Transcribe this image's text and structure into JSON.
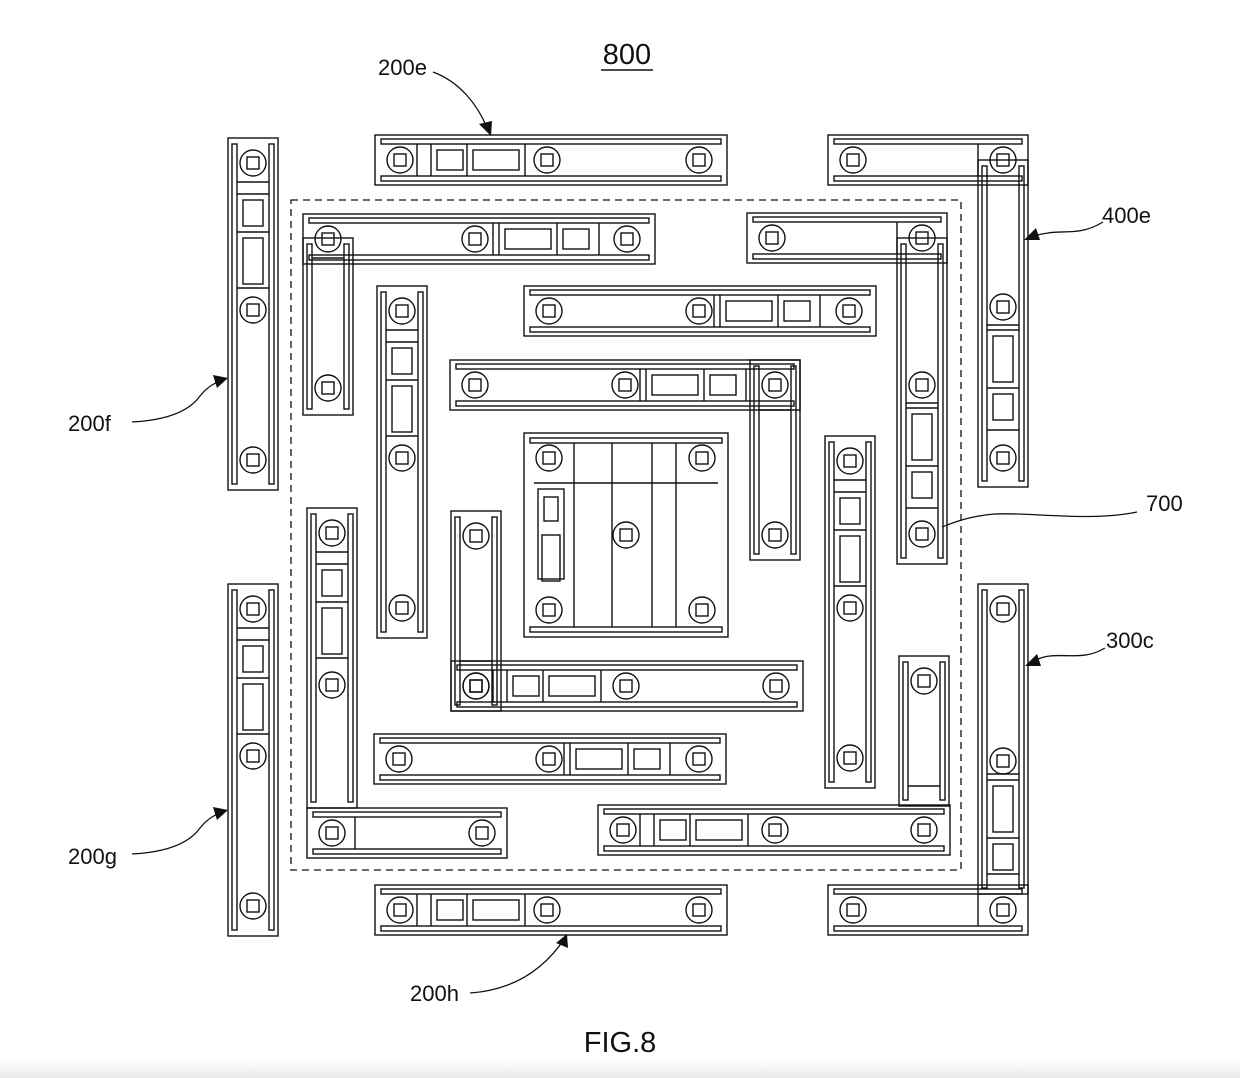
{
  "figure": {
    "number": "800",
    "caption": "FIG.8"
  },
  "callouts": {
    "top": "200e",
    "right_top": "400e",
    "left_top": "200f",
    "right_mid": "700",
    "right_low": "300c",
    "left_low": "200g",
    "bottom": "200h"
  },
  "colors": {
    "line": "#111111",
    "background": "#ffffff"
  }
}
